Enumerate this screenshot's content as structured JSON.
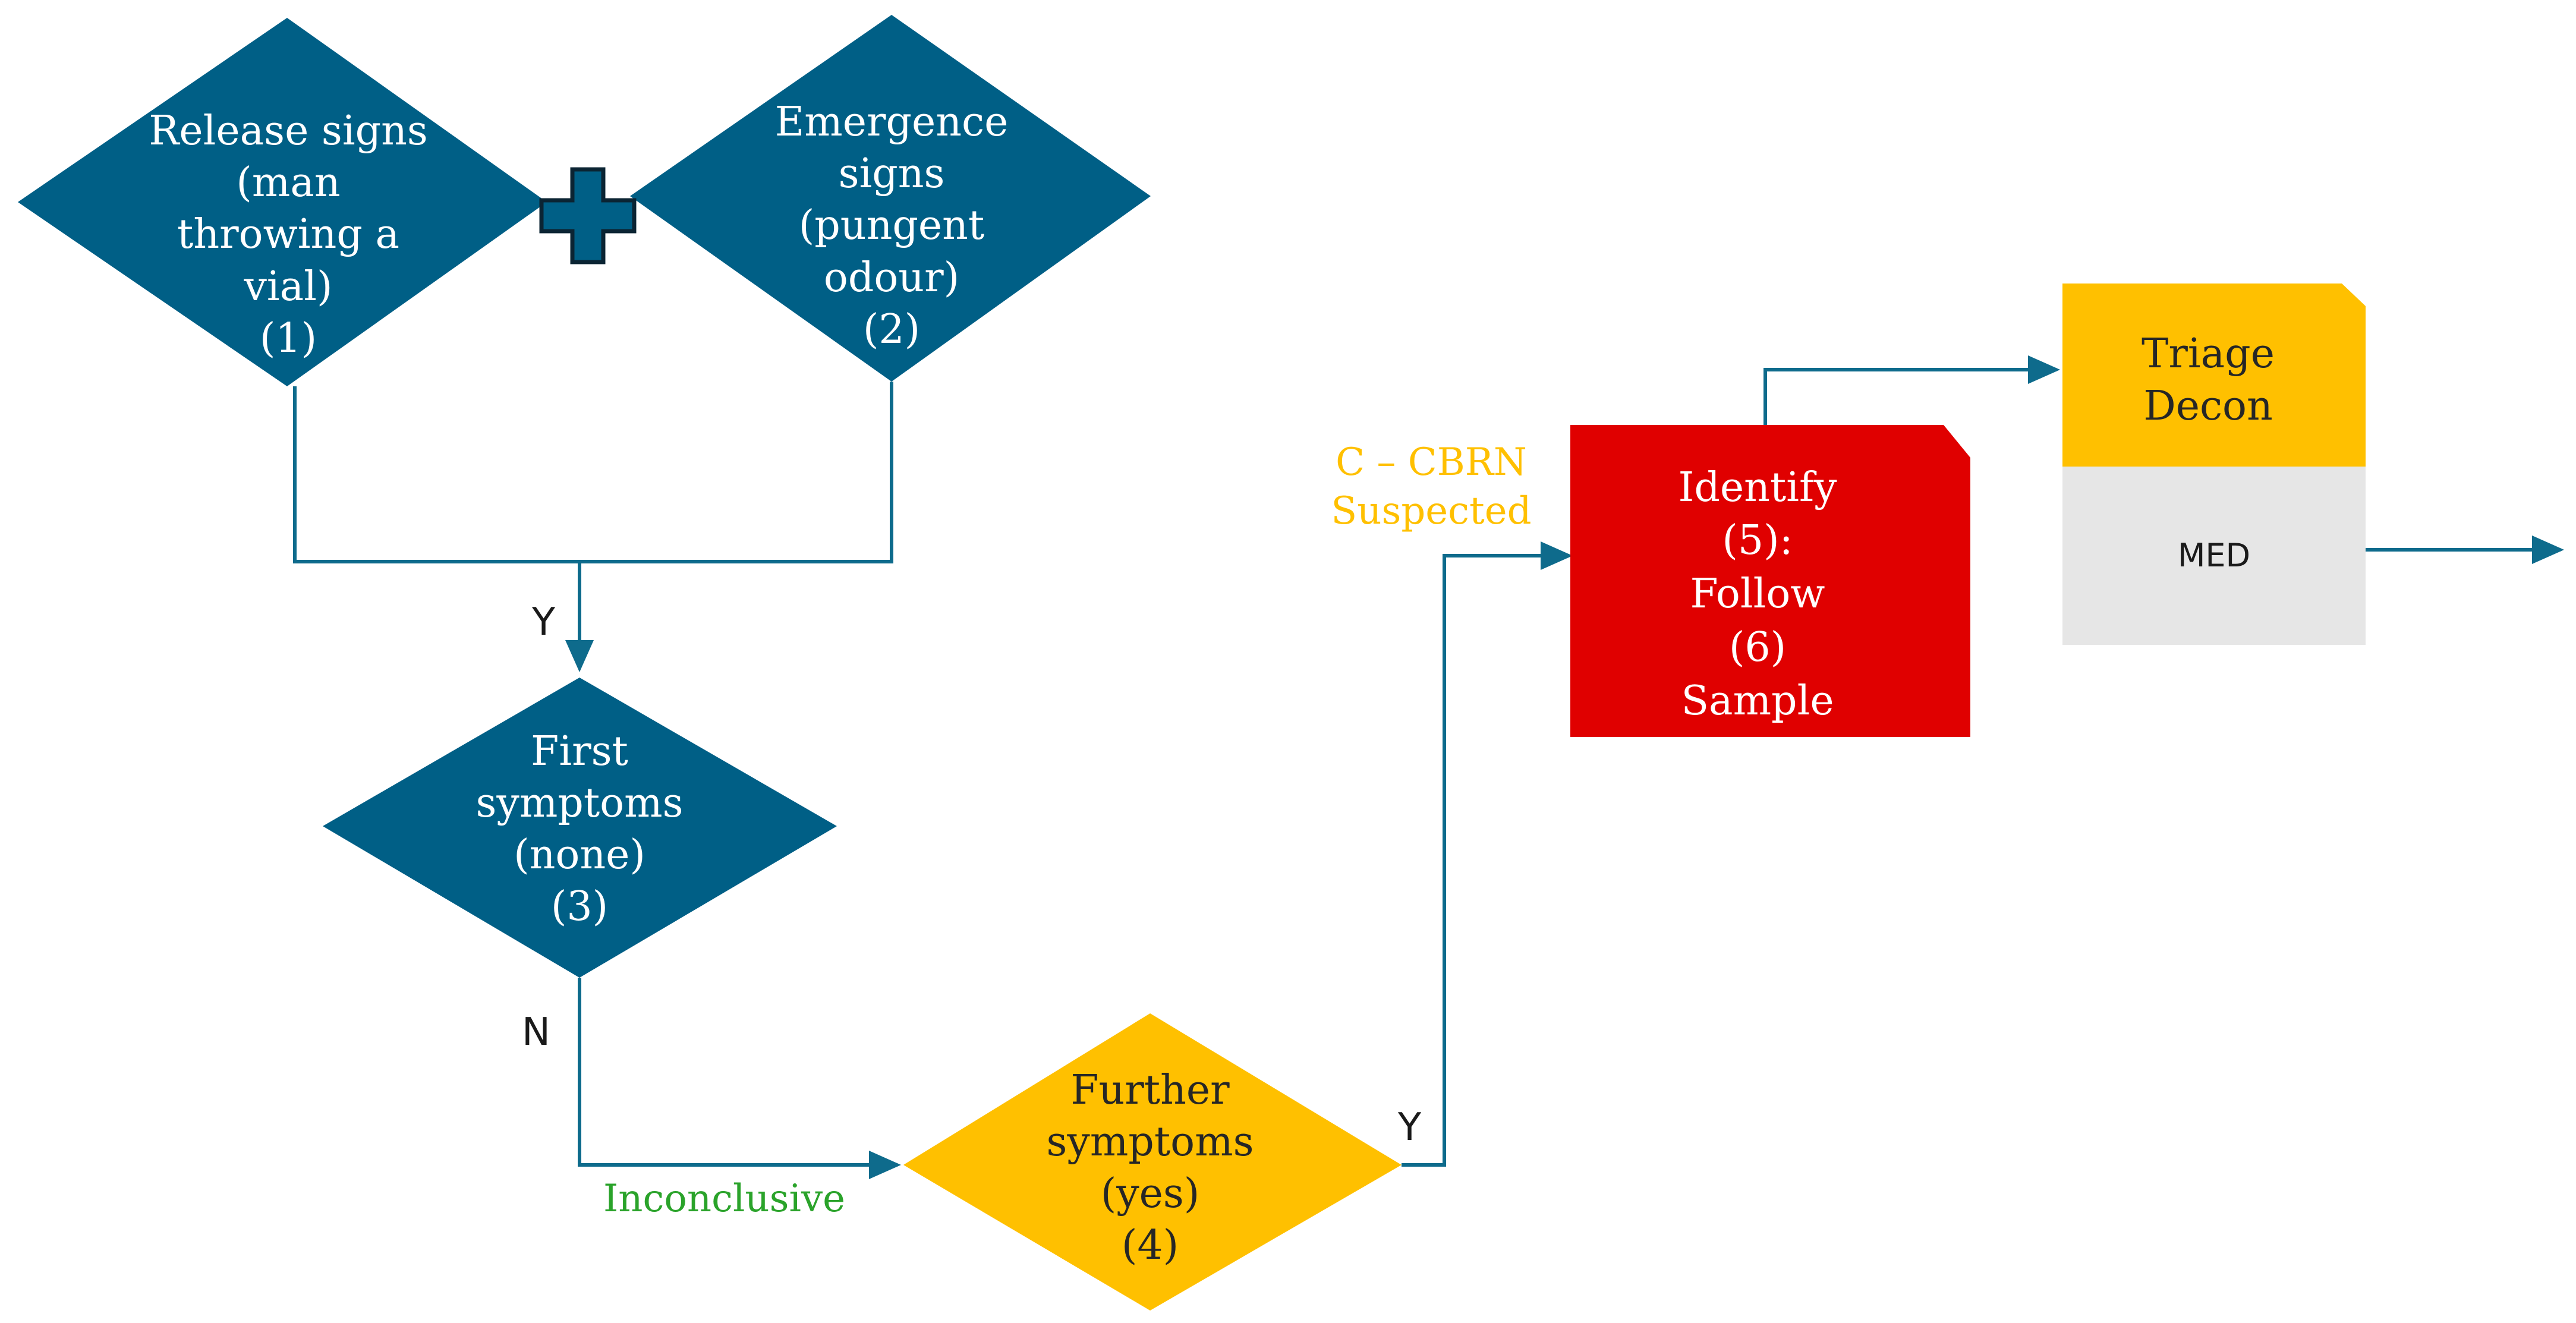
{
  "colors": {
    "teal": "#005f86",
    "yellow": "#ffc000",
    "red": "#e00000",
    "grey": "#e6e6e6",
    "connector": "#0e6b8c",
    "white_text": "#ffffff",
    "dark_text": "#262626",
    "green_text": "#2aa32a",
    "yellow_text": "#ffc000"
  },
  "nodes": {
    "release": {
      "lines": [
        "Release signs",
        "(man",
        "throwing a",
        "vial)",
        "(1)"
      ],
      "icon": "plus-icon"
    },
    "emergence": {
      "lines": [
        "Emergence",
        "signs",
        "(pungent",
        "odour)",
        "(2)"
      ]
    },
    "first": {
      "lines": [
        "First",
        "symptoms",
        "(none)",
        "(3)"
      ]
    },
    "further": {
      "lines": [
        "Further",
        "symptoms",
        "(yes)",
        "(4)"
      ]
    },
    "identify": {
      "lines": [
        "Identify",
        "(5):",
        "Follow",
        "(6)",
        "Sample"
      ]
    },
    "triage": {
      "lines": [
        "Triage",
        "Decon"
      ]
    },
    "med": {
      "label": "MED"
    }
  },
  "edge_labels": {
    "y_merge": "Y",
    "n_first": "N",
    "inconclusive": "Inconclusive",
    "y_further": "Y",
    "cbrn": [
      "C – CBRN",
      "Suspected"
    ]
  }
}
